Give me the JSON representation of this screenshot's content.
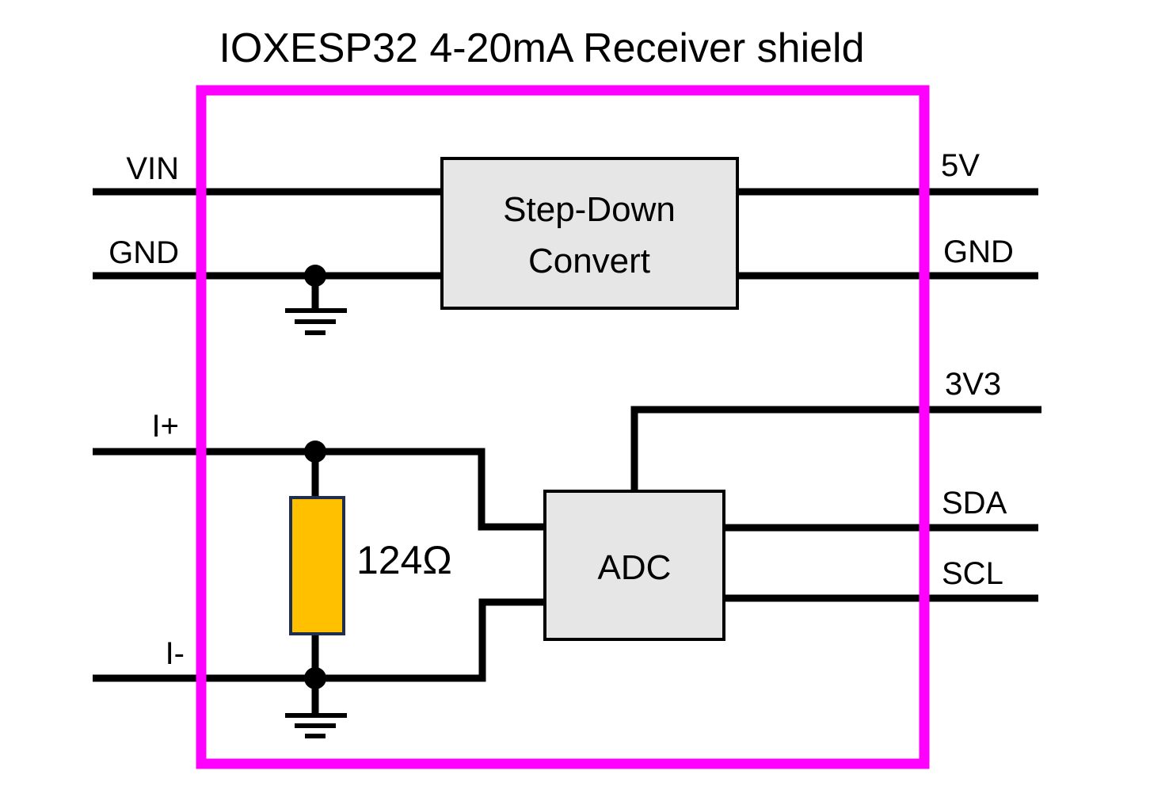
{
  "title": "IOXESP32 4-20mA Receiver shield",
  "colors": {
    "frame": "#FF00FF",
    "block_fill": "#E6E6E6",
    "resistor_fill": "#FFC000",
    "resistor_border": "#1F2D4F",
    "wire": "#000000"
  },
  "left_pins": {
    "vin": "VIN",
    "gnd": "GND",
    "i_plus": "I+",
    "i_minus": "I-"
  },
  "right_pins": {
    "v5": "5V",
    "gnd": "GND",
    "v3v3": "3V3",
    "sda": "SDA",
    "scl": "SCL"
  },
  "blocks": {
    "step_down": {
      "line1": "Step-Down",
      "line2": "Convert"
    },
    "adc": {
      "label": "ADC"
    }
  },
  "resistor": {
    "value": "124Ω"
  },
  "icons": {
    "ground": "ground-icon",
    "junction": "junction-dot"
  }
}
